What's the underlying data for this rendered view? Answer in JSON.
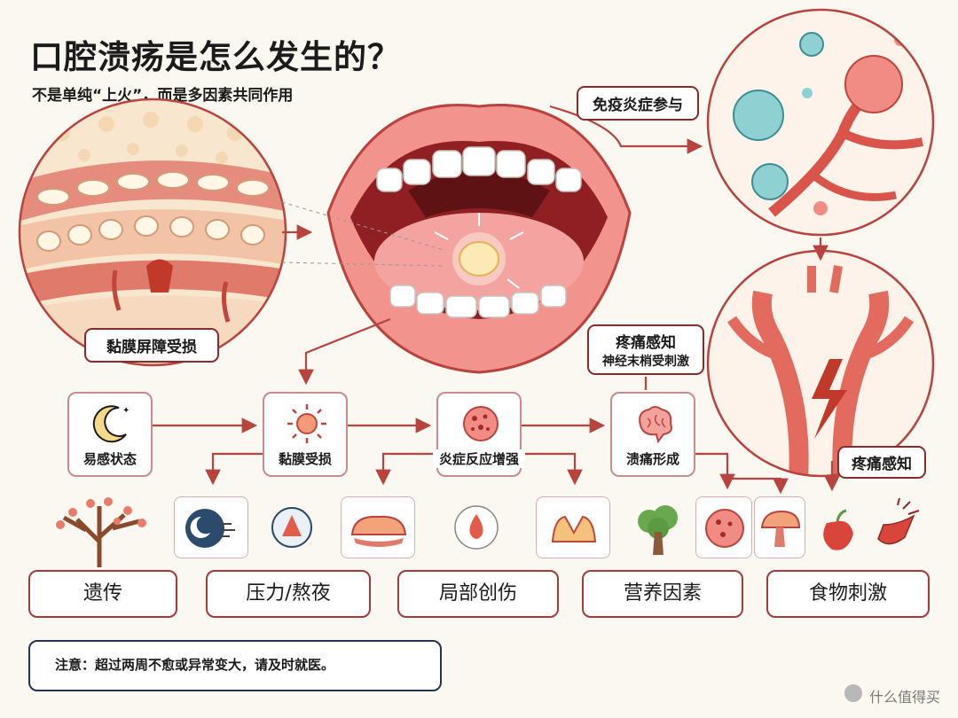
{
  "title": "口腔溃疡是怎么发生的？",
  "subtitle": "不是单纯“上火”，而是多因素共同作用",
  "callouts": {
    "immune": "免疫炎症参与",
    "mucosa_damage": "黏膜屏障受损",
    "pain_perception": "疼痛感知",
    "pain_nerve": "神经末梢受刺激",
    "pain_right": "疼痛感知"
  },
  "steps": [
    {
      "label": "易感状态",
      "icon": "moon-icon"
    },
    {
      "label": "黏膜受损",
      "icon": "sun-icon"
    },
    {
      "label": "炎症反应增强",
      "icon": "inflamed-cell-icon"
    },
    {
      "label": "溃痛形成",
      "icon": "brain-icon"
    }
  ],
  "factors": [
    {
      "label": "遗传",
      "icon": "tree-icon"
    },
    {
      "label": "压力/熬夜",
      "icon": "stress-icon"
    },
    {
      "label": "局部创伤",
      "icon": "wound-icon"
    },
    {
      "label": "营养因素",
      "icon": "broccoli-icon"
    },
    {
      "label": "食物刺激",
      "icon": "chili-icon"
    }
  ],
  "note": "注意：超过两周不愈或异常变大，请及时就医。",
  "watermark": "什么值得买",
  "colors": {
    "accent": "#a53a3a",
    "pink": "#f29a96",
    "dark_red": "#8a2b2b",
    "background": "#fbf7f1"
  }
}
